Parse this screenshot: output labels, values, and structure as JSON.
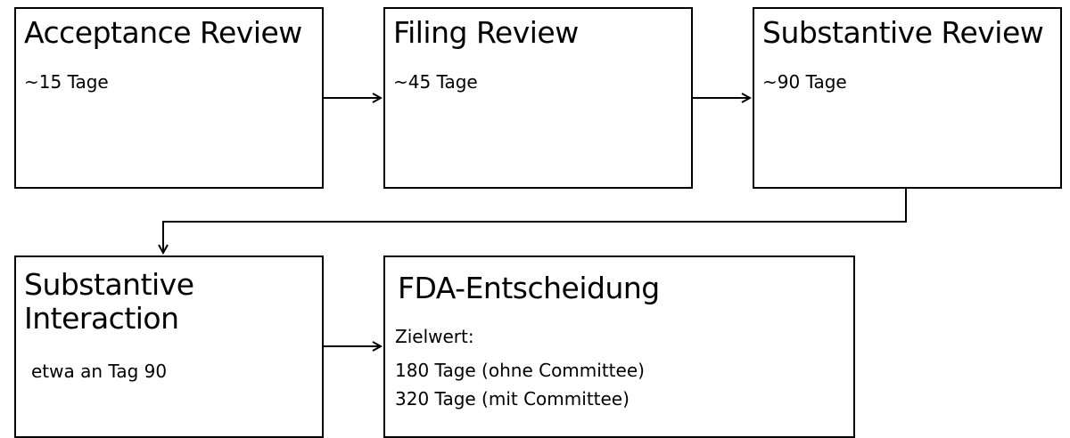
{
  "nodes": {
    "acceptance": {
      "title": "Acceptance Review",
      "duration": "~15 Tage"
    },
    "filing": {
      "title": "Filing Review",
      "duration": "~45 Tage"
    },
    "substantive_review": {
      "title": "Substantive Review",
      "duration": "~90 Tage"
    },
    "substantive_interaction": {
      "title_line1": "Substantive",
      "title_line2": "Interaction",
      "note": "etwa an Tag 90"
    },
    "fda_decision": {
      "title": "FDA-Entscheidung",
      "label": "Zielwert:",
      "line1": "180 Tage (ohne Committee)",
      "line2": "320 Tage (mit Committee)"
    }
  },
  "colors": {
    "stroke": "#000000",
    "background": "#ffffff"
  }
}
